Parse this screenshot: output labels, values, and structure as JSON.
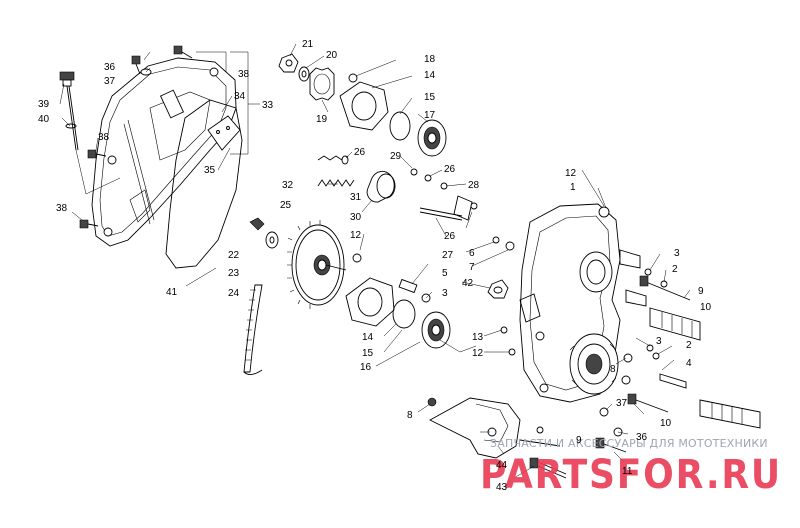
{
  "labels": {
    "p1": "1",
    "p2a": "2",
    "p2b": "2",
    "p3a": "3",
    "p3b": "3",
    "p3c": "3",
    "p4": "4",
    "p5": "5",
    "p6": "6",
    "p7": "7",
    "p8a": "8",
    "p8b": "8",
    "p9a": "9",
    "p9b": "9",
    "p10a": "10",
    "p10b": "10",
    "p11": "11",
    "p12a": "12",
    "p12b": "12",
    "p12c": "12",
    "p13": "13",
    "p14a": "14",
    "p14b": "14",
    "p15a": "15",
    "p15b": "15",
    "p16": "16",
    "p17": "17",
    "p18": "18",
    "p19": "19",
    "p20": "20",
    "p21": "21",
    "p22": "22",
    "p23": "23",
    "p24": "24",
    "p25": "25",
    "p26a": "26",
    "p26b": "26",
    "p26c": "26",
    "p27": "27",
    "p28": "28",
    "p29": "29",
    "p30": "30",
    "p31": "31",
    "p32": "32",
    "p33": "33",
    "p34": "34",
    "p35": "35",
    "p36a": "36",
    "p36b": "36",
    "p37a": "37",
    "p37b": "37",
    "p38a": "38",
    "p38b": "38",
    "p38c": "38",
    "p39": "39",
    "p40": "40",
    "p41": "41",
    "p42": "42",
    "p43": "43",
    "p44": "44"
  },
  "watermark": {
    "tagline": "ЗАПЧАСТИ И АКСЕССУАРЫ ДЛЯ МОТОТЕХНИКИ",
    "logo": "PARTSFOR.RU"
  }
}
